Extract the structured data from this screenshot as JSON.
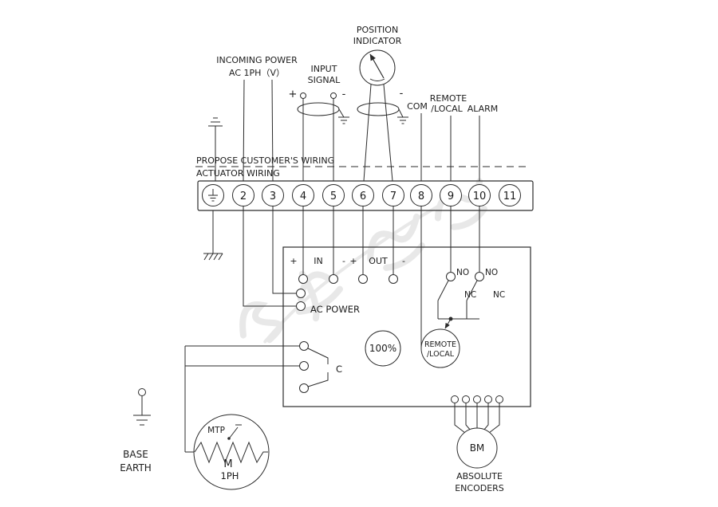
{
  "diagram": {
    "top": {
      "position_indicator": [
        "POSITION",
        "INDICATOR"
      ],
      "incoming_power": [
        "INCOMING POWER",
        "AC 1PH（V）"
      ],
      "input_signal": [
        "INPUT",
        "SIGNAL"
      ],
      "plus": "+",
      "minus": "-",
      "com": "COM",
      "remote_local": [
        "REMOTE",
        "/LOCAL"
      ],
      "alarm": "ALARM"
    },
    "boundary": {
      "customer": "PROPOSE CUSTOMER'S WIRING",
      "actuator": "ACTUATOR WIRING"
    },
    "terminals": [
      "2",
      "3",
      "4",
      "5",
      "6",
      "7",
      "8",
      "9",
      "10",
      "11"
    ],
    "box": {
      "in": "IN",
      "out": "OUT",
      "ac_power": "AC POWER",
      "no": "NO",
      "nc": "NC",
      "percent": "100%",
      "remote_local": [
        "REMOTE",
        "/LOCAL"
      ],
      "capacitor": "C"
    },
    "bottom": {
      "mtp": "MTP",
      "motor_m": "M",
      "motor_ph": "1PH",
      "base_earth": [
        "BASE",
        "EARTH"
      ],
      "bm": "BM",
      "encoders": [
        "ABSOLUTE",
        "ENCODERS"
      ]
    }
  }
}
